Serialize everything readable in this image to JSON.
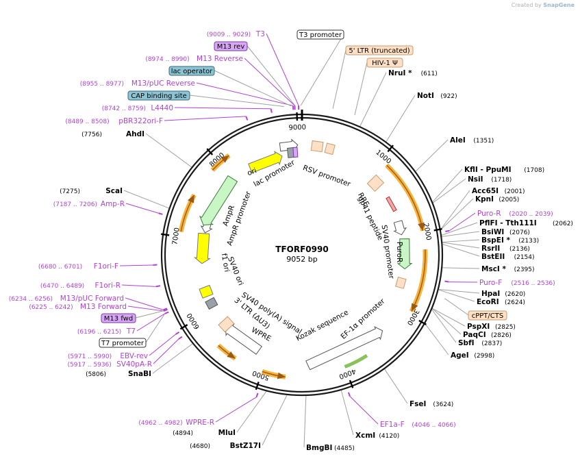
{
  "credit": {
    "prefix": "Created by",
    "brand": "SnapGene"
  },
  "plasmid": {
    "name": "TFORF0990",
    "size_text": "9052 bp",
    "length": 9052
  },
  "colors": {
    "backbone": "#1a1a1a",
    "enzyme_line": "#a0a0a0",
    "primer": "#b13fd8",
    "promoter_fill": "#ffffff",
    "ltr_fill": "#fde0c6",
    "ltr_stroke": "#c69b6e",
    "rep_origin": "#ffff00",
    "amp_fill": "#c8f7c5",
    "amp_stroke": "#3a7a3a",
    "misc_feature": "#f7a823",
    "arc_stroke": "#9a5a14",
    "ef1a": "#8ac25a",
    "protein_bind": "#8cc4d4",
    "primer_bind_fill": "#d7a6f5"
  },
  "ticks": [
    {
      "pos": 1000,
      "label": "1000"
    },
    {
      "pos": 2000,
      "label": "2000"
    },
    {
      "pos": 3000,
      "label": "3000"
    },
    {
      "pos": 4000,
      "label": "4000"
    },
    {
      "pos": 5000,
      "label": "5000"
    },
    {
      "pos": 6000,
      "label": "6000"
    },
    {
      "pos": 7000,
      "label": "7000"
    },
    {
      "pos": 8000,
      "label": "8000"
    },
    {
      "pos": 9000,
      "label": "9000"
    }
  ],
  "enzymes": [
    {
      "name": "NruI *",
      "pos_text": "(611)",
      "pos": 611
    },
    {
      "name": "NotI",
      "pos_text": "(922)",
      "pos": 922
    },
    {
      "name": "AleI",
      "pos_text": "(1351)",
      "pos": 1351
    },
    {
      "name": "KflI - PpuMI",
      "pos_text": "(1708)",
      "pos": 1708
    },
    {
      "name": "NsiI",
      "pos_text": "(1718)",
      "pos": 1718
    },
    {
      "name": "Acc65I",
      "pos_text": "(2001)",
      "pos": 2001
    },
    {
      "name": "KpnI",
      "pos_text": "(2005)",
      "pos": 2005
    },
    {
      "name": "PflFI - Tth111I",
      "pos_text": "(2062)",
      "pos": 2062
    },
    {
      "name": "BsiWI",
      "pos_text": "(2076)",
      "pos": 2076
    },
    {
      "name": "BspEI *",
      "pos_text": "(2133)",
      "pos": 2133
    },
    {
      "name": "RsrII",
      "pos_text": "(2136)",
      "pos": 2136
    },
    {
      "name": "BstEII",
      "pos_text": "(2154)",
      "pos": 2154
    },
    {
      "name": "MscI *",
      "pos_text": "(2395)",
      "pos": 2395
    },
    {
      "name": "HpaI",
      "pos_text": "(2620)",
      "pos": 2620
    },
    {
      "name": "EcoRI",
      "pos_text": "(2624)",
      "pos": 2624
    },
    {
      "name": "PspXI",
      "pos_text": "(2825)",
      "pos": 2825
    },
    {
      "name": "PaqCI",
      "pos_text": "(2826)",
      "pos": 2826
    },
    {
      "name": "SbfI",
      "pos_text": "(2837)",
      "pos": 2837
    },
    {
      "name": "AgeI",
      "pos_text": "(2998)",
      "pos": 2998
    },
    {
      "name": "FseI",
      "pos_text": "(3624)",
      "pos": 3624
    },
    {
      "name": "XcmI",
      "pos_text": "(4120)",
      "pos": 4120
    },
    {
      "name": "BmgBI",
      "pos_text": "(4485)",
      "pos": 4485
    },
    {
      "name": "BstZ17I",
      "pos_text": "(4680)",
      "pos": 4680
    },
    {
      "name": "MluI",
      "pos_text": "(4894)",
      "pos": 4894
    },
    {
      "name": "SnaBI",
      "pos_text": "(5806)",
      "pos": 5806
    },
    {
      "name": "ScaI",
      "pos_text": "(7275)",
      "pos": 7275
    },
    {
      "name": "AhdI",
      "pos_text": "(7756)",
      "pos": 7756
    }
  ],
  "primers": [
    {
      "name": "T3",
      "range_text": "(9009 .. 9029)",
      "pos": 9019
    },
    {
      "name": "M13 Reverse",
      "range_text": "(8974 .. 8990)",
      "pos": 8982
    },
    {
      "name": "M13/pUC Reverse",
      "range_text": "(8955 .. 8977)",
      "pos": 8966
    },
    {
      "name": "L4440",
      "range_text": "(8742 .. 8759)",
      "pos": 8750
    },
    {
      "name": "pBR322ori-F",
      "range_text": "(8489 .. 8508)",
      "pos": 8498
    },
    {
      "name": "Amp-R",
      "range_text": "(7187 .. 7206)",
      "pos": 7196
    },
    {
      "name": "F1ori-F",
      "range_text": "(6680 .. 6701)",
      "pos": 6690
    },
    {
      "name": "F1ori-R",
      "range_text": "(6470 .. 6489)",
      "pos": 6480
    },
    {
      "name": "M13/pUC Forward",
      "range_text": "(6234 .. 6256)",
      "pos": 6245
    },
    {
      "name": "M13 Forward",
      "range_text": "(6225 .. 6242)",
      "pos": 6233
    },
    {
      "name": "T7",
      "range_text": "(6196 .. 6215)",
      "pos": 6205
    },
    {
      "name": "EBV-rev",
      "range_text": "(5971 .. 5990)",
      "pos": 5980
    },
    {
      "name": "SV40pA-R",
      "range_text": "(5917 .. 5936)",
      "pos": 5926
    },
    {
      "name": "WPRE-R",
      "range_text": "(4962 .. 4982)",
      "pos": 4972
    },
    {
      "name": "Puro-R",
      "range_text": "(2020 .. 2039)",
      "pos": 2030
    },
    {
      "name": "Puro-F",
      "range_text": "(2516 .. 2536)",
      "pos": 2526
    },
    {
      "name": "EF1a-F",
      "range_text": "(4046 .. 4066)",
      "pos": 4056
    }
  ],
  "boxed_labels": [
    {
      "name": "T3 promoter",
      "kind": "promoter",
      "pos": 9040
    },
    {
      "name": "M13 rev",
      "kind": "primer_bind",
      "pos": 8985
    },
    {
      "name": "lac operator",
      "kind": "protein_bind",
      "pos": 8945
    },
    {
      "name": "CAP binding site",
      "kind": "protein_bind",
      "pos": 8880
    },
    {
      "name": "5' LTR (truncated)",
      "kind": "ltr",
      "pos": 300
    },
    {
      "name": "HIV-1 Ψ",
      "kind": "ltr",
      "pos": 520
    },
    {
      "name": "cPPT/CTS",
      "kind": "ltr",
      "pos": 2690
    },
    {
      "name": "M13 fwd",
      "kind": "primer_bind",
      "pos": 6235
    },
    {
      "name": "T7 promoter",
      "kind": "promoter",
      "pos": 6205
    }
  ],
  "inner_labels": [
    {
      "name": "lac promoter",
      "pos": 8990
    },
    {
      "name": "RSV promoter",
      "pos": 200
    },
    {
      "name": "ori",
      "pos": 8500
    },
    {
      "name": "RRE",
      "pos": 1300
    },
    {
      "name": "gp41 peptide",
      "pos": 1650
    },
    {
      "name": "SV40 promoter",
      "pos": 2300
    },
    {
      "name": "PuroR",
      "pos": 2450
    },
    {
      "name": "EF-1α promoter",
      "pos": 3900
    },
    {
      "name": "Kozak sequence",
      "pos": 4100
    },
    {
      "name": "WPRE",
      "pos": 5450
    },
    {
      "name": "3' LTR (ΔU3)",
      "pos": 5650
    },
    {
      "name": "SV40 poly(A) signal",
      "pos": 5800
    },
    {
      "name": "SV40 ori",
      "pos": 6450
    },
    {
      "name": "f1 ori",
      "pos": 6850
    },
    {
      "name": "AmpR promoter",
      "pos": 7300
    },
    {
      "name": "AmpR",
      "pos": 7700
    }
  ]
}
